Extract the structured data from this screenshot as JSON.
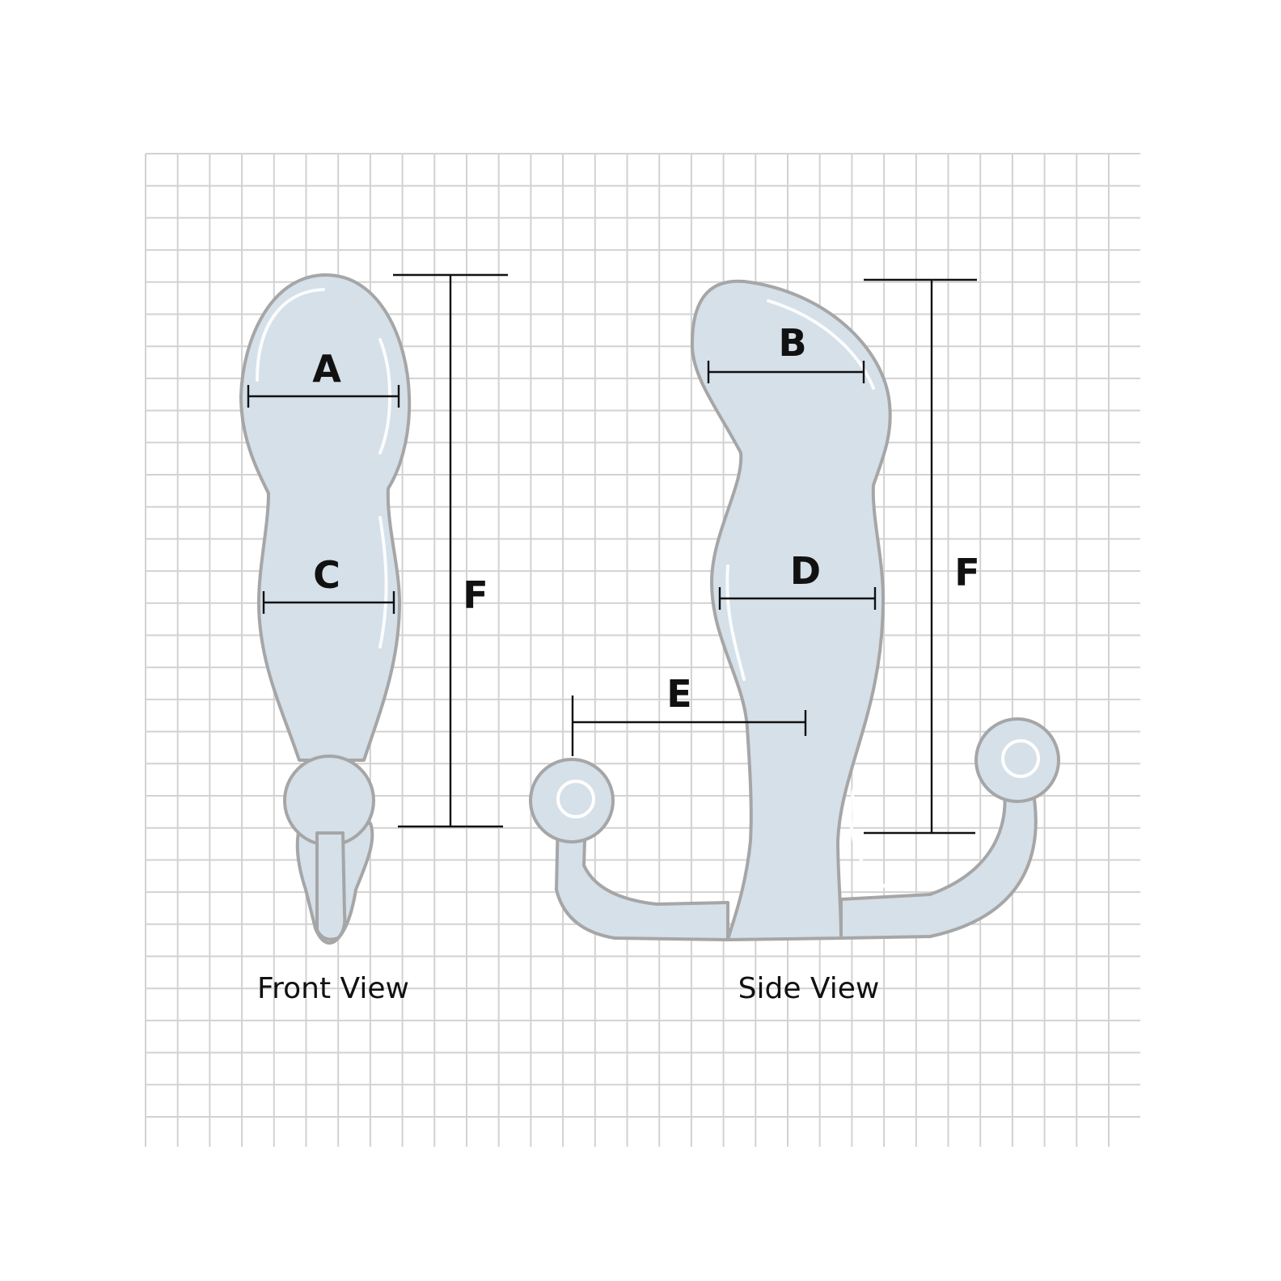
{
  "colors": {
    "background": "#ffffff",
    "grid_line": "#d2d2d2",
    "device_fill": "#d5e0e9",
    "device_outline": "#a6a6a6",
    "dimension_line": "#111111"
  },
  "front_view": {
    "caption": "Front View",
    "labels": {
      "a": "A",
      "c": "C",
      "f": "F"
    }
  },
  "side_view": {
    "caption": "Side View",
    "labels": {
      "b": "B",
      "d": "D",
      "e": "E",
      "f": "F"
    }
  }
}
